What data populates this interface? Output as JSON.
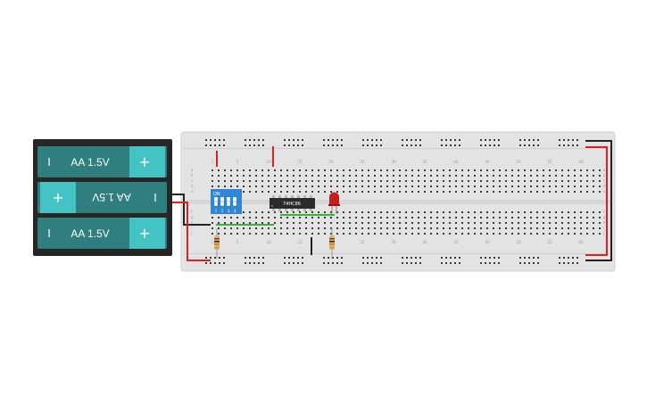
{
  "battery_pack": {
    "cells": [
      {
        "label": "AA 1.5V",
        "plus": "+",
        "minus": "I",
        "flipped": false
      },
      {
        "label": "AA 1.5V",
        "plus": "+",
        "minus": "I",
        "flipped": true
      },
      {
        "label": "AA 1.5V",
        "plus": "+",
        "minus": "I",
        "flipped": false
      }
    ]
  },
  "breadboard": {
    "column_numbers": [
      "1",
      "5",
      "10",
      "15",
      "20",
      "25",
      "30",
      "35",
      "40",
      "45",
      "50",
      "55",
      "60"
    ],
    "row_letters_top": [
      "a",
      "b",
      "c",
      "d",
      "e"
    ],
    "row_letters_bottom": [
      "f",
      "g",
      "h",
      "i",
      "j"
    ]
  },
  "dip_switch": {
    "on_label": "ON",
    "numbers": [
      "1",
      "2",
      "3",
      "4"
    ],
    "color": "#2f86d6"
  },
  "ic_chip": {
    "label": "74HC86",
    "color": "#2b2b2b"
  },
  "led": {
    "color": "#c81e1e"
  },
  "colors": {
    "wire_red": "#e02020",
    "wire_black": "#222222",
    "wire_green": "#3fae3f",
    "battery_body": "#2f7f7f",
    "battery_cap": "#43c3c3",
    "battery_case": "#262626",
    "breadboard": "#e3e3e3"
  }
}
